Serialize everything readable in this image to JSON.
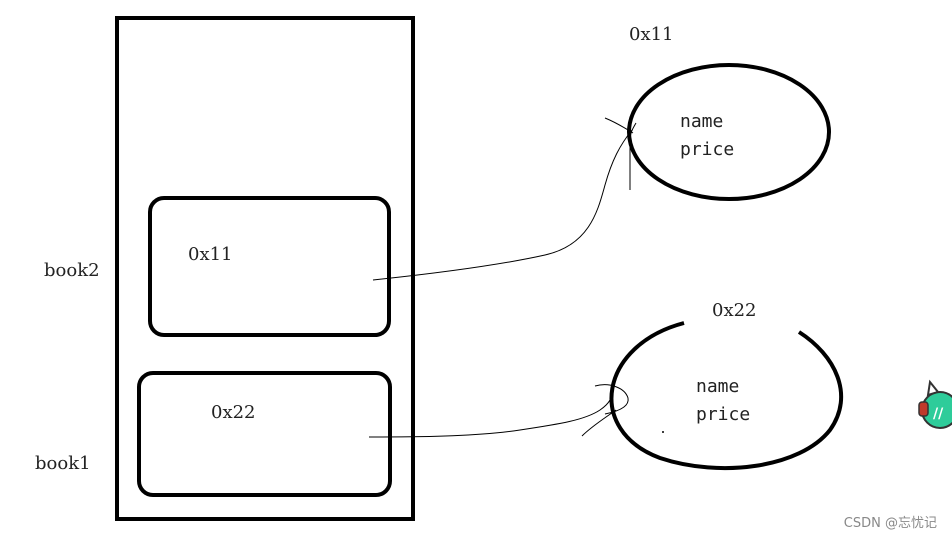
{
  "stack": {
    "book2_label": "book2",
    "book1_label": "book1",
    "book2_value": "0x11",
    "book1_value": "0x22"
  },
  "heap": {
    "object1": {
      "address": "0x11",
      "field1": "name",
      "field2": "price"
    },
    "object2": {
      "address": "0x22",
      "field1": "name",
      "field2": "price"
    }
  },
  "watermark": {
    "text": "CSDN @忘忧记"
  },
  "colors": {
    "stroke": "#000000",
    "text": "#222222",
    "logo_accent": "#2ecc9a"
  },
  "icons": {
    "logo": "csdn-cat-logo"
  }
}
